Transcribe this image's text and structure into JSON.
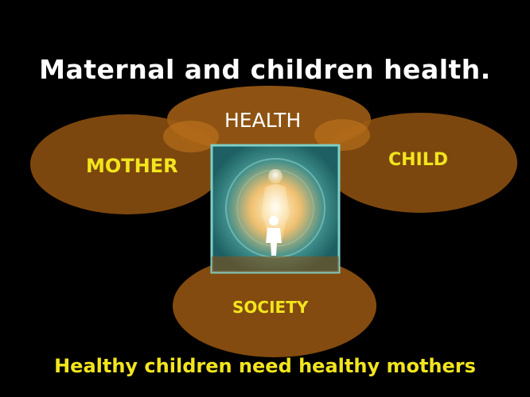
{
  "title": "Maternal and children health.",
  "labels": {
    "mother": "MOTHER",
    "health": "HEALTH",
    "child": "CHILD",
    "society": "SOCIETY"
  },
  "caption": "Healthy children need healthy mothers",
  "colors": {
    "background": "#000000",
    "ellipse": "#8a4f10",
    "label_yellow": "#f2e51e",
    "label_white": "#ffffff",
    "panel": "#2f8f8c"
  }
}
